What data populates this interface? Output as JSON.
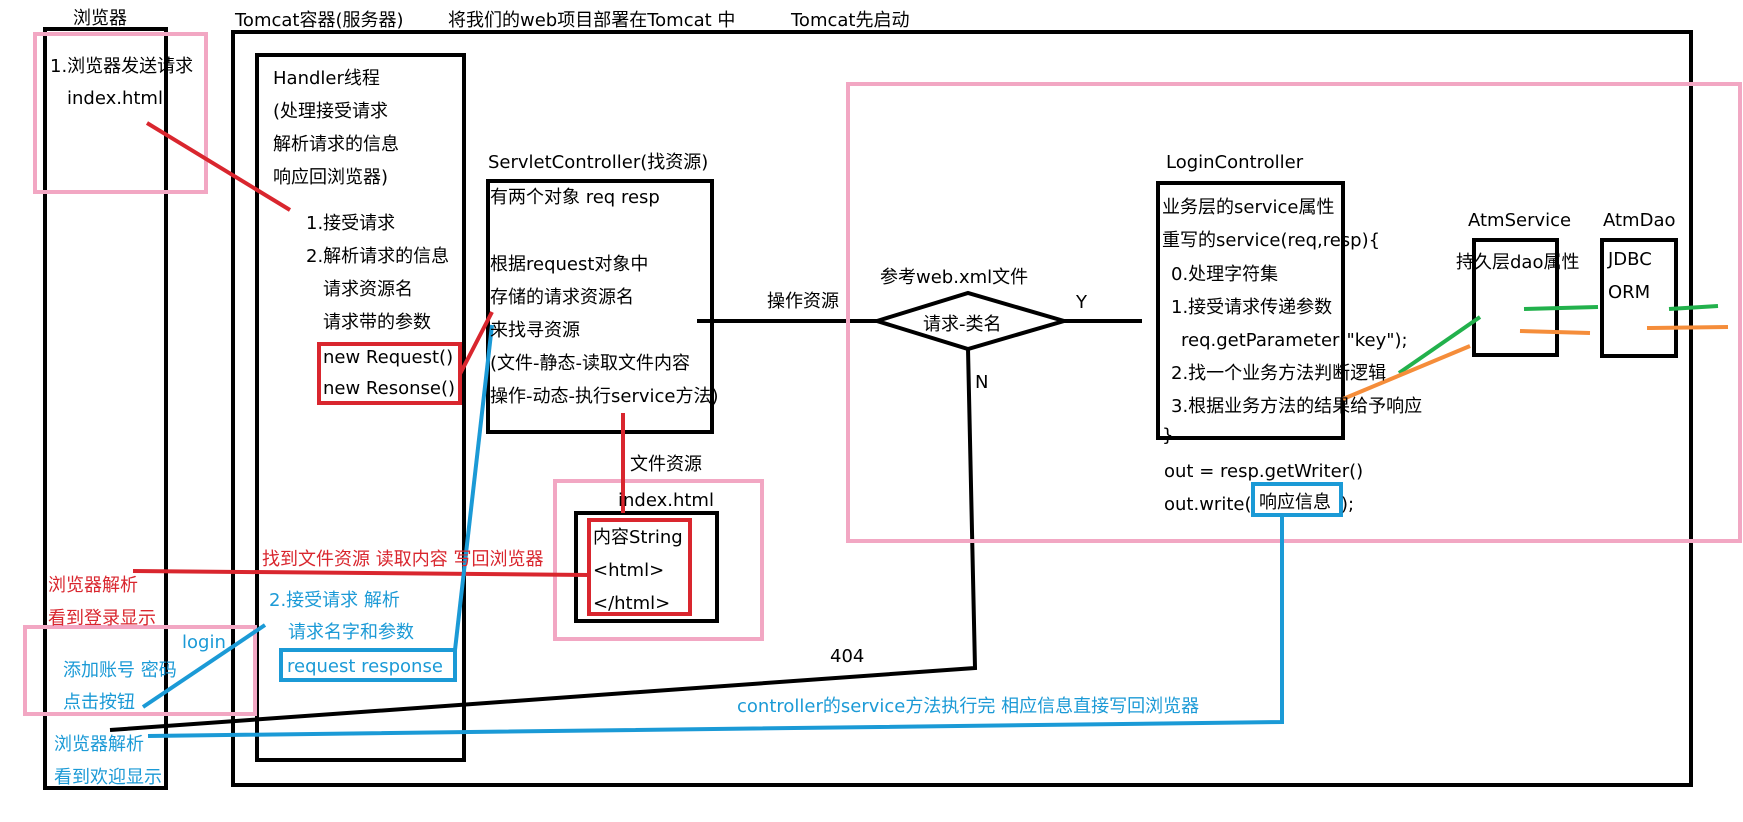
{
  "headers": {
    "browser": "浏览器",
    "tomcat": "Tomcat容器(服务器)",
    "deploy": "将我们的web项目部署在Tomcat 中",
    "start": "Tomcat先启动"
  },
  "browser": {
    "step1": "1.浏览器发送请求",
    "index": "index.html",
    "parse1": "浏览器解析",
    "show1": "看到登录显示",
    "login": "login",
    "add_account": "添加账号 密码",
    "click": "点击按钮",
    "parse2": "浏览器解析",
    "show2": "看到欢迎显示"
  },
  "handler": {
    "title": "Handler线程",
    "desc1": "(处理接受请求",
    "desc2": "解析请求的信息",
    "desc3": "响应回浏览器)",
    "s1": "1.接受请求",
    "s2": "2.解析请求的信息",
    "s3": "请求资源名",
    "s4": "请求带的参数",
    "new_request": "new Request()",
    "new_response": "new Resonse()",
    "b1": "2.接受请求 解析",
    "b2": "请求名字和参数",
    "b3": "request  response"
  },
  "servlet": {
    "title": "ServletController(找资源)",
    "l1": "有两个对象 req resp",
    "l2": "根据request对象中",
    "l3": "存储的请求资源名",
    "l4": "来找寻资源",
    "l5": "(文件-静态-读取文件内容",
    "l6": "操作-动态-执行service方法)"
  },
  "file": {
    "label": "文件资源",
    "index": "index.html",
    "content": "内容String",
    "open": "<html>",
    "close": "</html>",
    "found": "找到文件资源 读取内容 写回浏览器"
  },
  "flow": {
    "operate": "操作资源",
    "ref": "参考web.xml文件",
    "decision": "请求-类名",
    "yes": "Y",
    "no": "N",
    "e404": "404",
    "done": "controller的service方法执行完 相应信息直接写回浏览器"
  },
  "login": {
    "title": "LoginController",
    "l1": "业务层的service属性",
    "l2": "重写的service(req,resp){",
    "l3": "0.处理字符集",
    "l4": "1.接受请求传递参数",
    "l5": "req.getParameter(\"key\");",
    "l6": "2.找一个业务方法判断逻辑",
    "l7": "3.根据业务方法的结果给予响应",
    "l8": "}",
    "l9": "out = resp.getWriter()",
    "l10a": "out.write(",
    "l10b": "响应信息",
    "l10c": ");"
  },
  "atm": {
    "service": "AtmService",
    "service_desc": "持久层dao属性",
    "dao": "AtmDao",
    "jdbc": "JDBC",
    "orm": "ORM"
  },
  "colors": {
    "black": "#000000",
    "red": "#d9262e",
    "blue": "#1b9ad6",
    "pink": "#f2a7c3",
    "green": "#22b14c",
    "orange": "#f58d3a"
  }
}
